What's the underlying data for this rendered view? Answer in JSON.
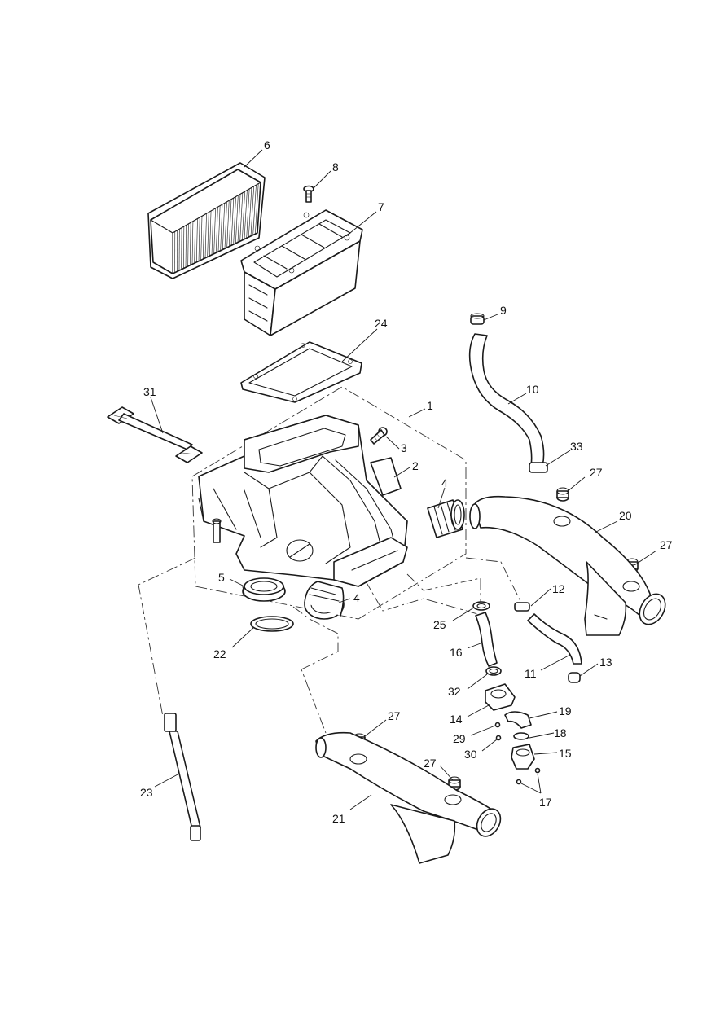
{
  "diagram": {
    "line_color": "#1a1a1a",
    "background": "#ffffff",
    "callouts": [
      {
        "id": "c1",
        "label": "1"
      },
      {
        "id": "c2",
        "label": "2"
      },
      {
        "id": "c3",
        "label": "3"
      },
      {
        "id": "c4a",
        "label": "4"
      },
      {
        "id": "c4b",
        "label": "4"
      },
      {
        "id": "c5",
        "label": "5"
      },
      {
        "id": "c6",
        "label": "6"
      },
      {
        "id": "c7",
        "label": "7"
      },
      {
        "id": "c8",
        "label": "8"
      },
      {
        "id": "c9",
        "label": "9"
      },
      {
        "id": "c10",
        "label": "10"
      },
      {
        "id": "c11",
        "label": "11"
      },
      {
        "id": "c12",
        "label": "12"
      },
      {
        "id": "c13",
        "label": "13"
      },
      {
        "id": "c14",
        "label": "14"
      },
      {
        "id": "c15",
        "label": "15"
      },
      {
        "id": "c16",
        "label": "16"
      },
      {
        "id": "c17",
        "label": "17"
      },
      {
        "id": "c18",
        "label": "18"
      },
      {
        "id": "c19",
        "label": "19"
      },
      {
        "id": "c20",
        "label": "20"
      },
      {
        "id": "c21",
        "label": "21"
      },
      {
        "id": "c22",
        "label": "22"
      },
      {
        "id": "c23",
        "label": "23"
      },
      {
        "id": "c24",
        "label": "24"
      },
      {
        "id": "c25",
        "label": "25"
      },
      {
        "id": "c27a",
        "label": "27"
      },
      {
        "id": "c27b",
        "label": "27"
      },
      {
        "id": "c27c",
        "label": "27"
      },
      {
        "id": "c27d",
        "label": "27"
      },
      {
        "id": "c29",
        "label": "29"
      },
      {
        "id": "c30",
        "label": "30"
      },
      {
        "id": "c31",
        "label": "31"
      },
      {
        "id": "c32",
        "label": "32"
      },
      {
        "id": "c33",
        "label": "33"
      }
    ]
  }
}
